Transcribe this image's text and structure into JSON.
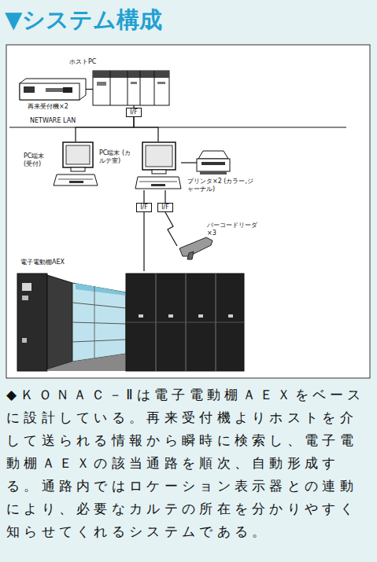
{
  "diagram": {
    "title": "▼システム構成",
    "caption": "◆ＫＯＮＡＣ－Ⅱは電子電動棚ＡＥＸをベースに設計している。再来受付機よりホストを介して送られる情報から瞬時に検索し、電子電動棚ＡＥＸの該当通路を順次、自動形成する。通路内ではロケーション表示器との連動により、必要なカルテの所在を分かりやすく知らせてくれるシステムである。",
    "nodes": [
      {
        "text": [
          "ホストPC"
        ]
      },
      {
        "text": [
          "再来受付機×2"
        ]
      },
      {
        "text": [
          "I/F"
        ]
      },
      {
        "text": [
          "PC端末 (受付)"
        ]
      },
      {
        "text": [
          "PC端末 (カルテ室)"
        ]
      },
      {
        "text": [
          "プリンタ×2 (カラー,ジャーナル)"
        ]
      },
      {
        "text": [
          "I/F"
        ]
      },
      {
        "text": [
          "I/F"
        ]
      },
      {
        "text": [
          "バーコードリーダ ×3"
        ]
      },
      {
        "text": [
          "電子電動棚AEX"
        ]
      }
    ],
    "edges": [
      {
        "from": 1,
        "to": 0,
        "arrow": "none"
      },
      {
        "from": 0,
        "to": 2,
        "arrow": "none"
      },
      {
        "from": 2,
        "to": 3,
        "arrow": "none"
      },
      {
        "from": 2,
        "to": 4,
        "arrow": "none"
      },
      {
        "from": 4,
        "to": 5,
        "arrow": "none"
      },
      {
        "from": 4,
        "to": 6,
        "arrow": "none"
      },
      {
        "from": 4,
        "to": 7,
        "arrow": "none"
      },
      {
        "from": 6,
        "to": 9,
        "arrow": "none"
      },
      {
        "from": 7,
        "to": 8,
        "arrow": "none"
      }
    ],
    "labels": [
      "NETWARE LAN"
    ]
  }
}
